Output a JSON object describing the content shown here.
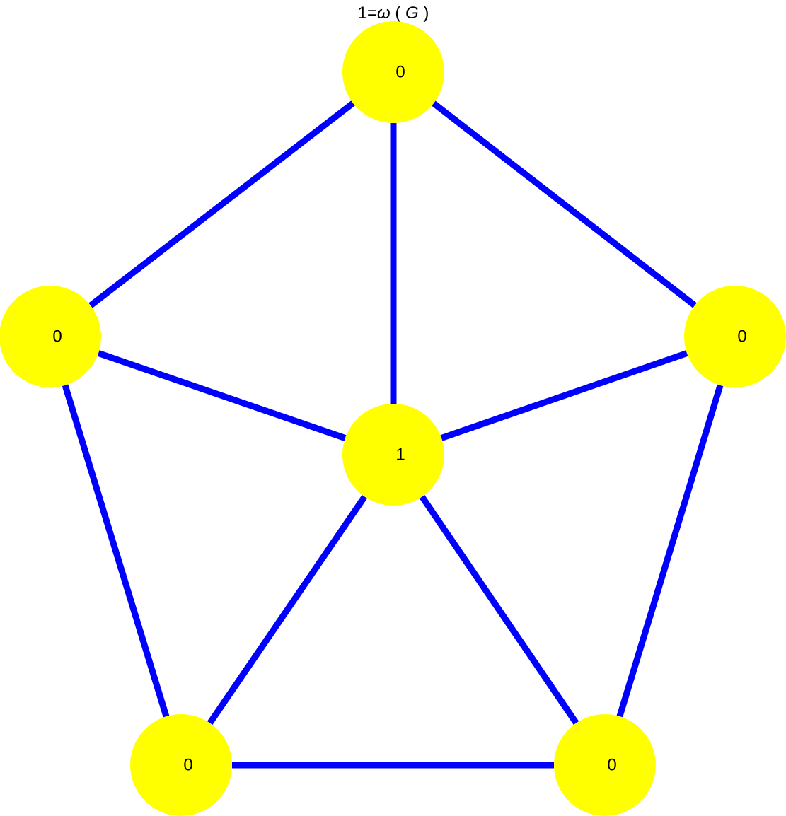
{
  "title": {
    "prefix": "1=",
    "omega": "ω",
    "paren_open": " ( ",
    "graph": "G",
    "paren_close": " )"
  },
  "colors": {
    "node_fill": "#ffff00",
    "edge_stroke": "#0000ff",
    "label": "#000000"
  },
  "nodes": [
    {
      "id": "top",
      "label": "0"
    },
    {
      "id": "left",
      "label": "0"
    },
    {
      "id": "right",
      "label": "0"
    },
    {
      "id": "center",
      "label": "1"
    },
    {
      "id": "bottom-left",
      "label": "0"
    },
    {
      "id": "bottom-right",
      "label": "0"
    }
  ],
  "edges": [
    [
      "top",
      "left"
    ],
    [
      "top",
      "right"
    ],
    [
      "top",
      "center"
    ],
    [
      "left",
      "center"
    ],
    [
      "right",
      "center"
    ],
    [
      "left",
      "bottom-left"
    ],
    [
      "right",
      "bottom-right"
    ],
    [
      "center",
      "bottom-left"
    ],
    [
      "center",
      "bottom-right"
    ],
    [
      "bottom-left",
      "bottom-right"
    ]
  ]
}
